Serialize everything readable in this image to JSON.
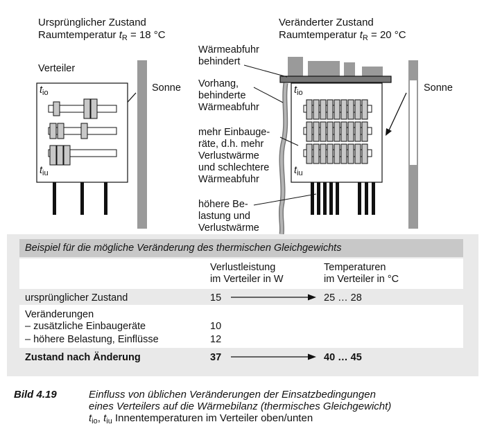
{
  "left": {
    "heading_line1": "Ursprünglicher Zustand",
    "heading_line2_prefix": "Raumtemperatur ",
    "t_symbol": "t",
    "t_subscript": "R",
    "heading_line2_value": " = 18 °C",
    "box_label": "Verteiler",
    "tio": "t",
    "tio_sub": "io",
    "tiu": "t",
    "tiu_sub": "iu",
    "sun_label": "Sonne"
  },
  "right": {
    "heading_line1": "Veränderter Zustand",
    "heading_line2_prefix": "Raumtemperatur ",
    "t_symbol": "t",
    "t_subscript": "R",
    "heading_line2_value": " = 20 °C",
    "tio": "t",
    "tio_sub": "io",
    "tiu": "t",
    "tiu_sub": "iu",
    "sun_label": "Sonne"
  },
  "annotations": {
    "heat_removal": [
      "Wärmeabfuhr",
      "behindert"
    ],
    "curtain": [
      "Vorhang,",
      "behinderte",
      "Wärmeabfuhr"
    ],
    "more_devices": [
      "mehr Einbauge-",
      "räte, d.h. mehr",
      "Verlustwärme",
      "und schlechtere",
      "Wärmeabfuhr"
    ],
    "higher_load": [
      "höhere Be-",
      "lastung und",
      "Verlustwärme"
    ]
  },
  "table": {
    "title": "Beispiel für die mögliche Veränderung des thermischen Gleichgewichts",
    "col2_header": [
      "Verlustleistung",
      "im Verteiler in W"
    ],
    "col3_header": [
      "Temperaturen",
      "im Verteiler in °C"
    ],
    "row1": {
      "label": "ursprünglicher Zustand",
      "value": "15",
      "temp": "25 … 28"
    },
    "row2": {
      "label": "Veränderungen",
      "sub1_label": "– zusätzliche Einbaugeräte",
      "sub1_value": "10",
      "sub2_label": "– höhere Belastung, Einflüsse",
      "sub2_value": "12"
    },
    "row3": {
      "label": "Zustand nach Änderung",
      "value": "37",
      "temp": "40 … 45"
    }
  },
  "caption": {
    "label": "Bild 4.19",
    "line1": "Einfluss von üblichen Veränderungen der Einsatzbedingungen",
    "line2": "eines Verteilers auf die Wärmebilanz (thermisches Gleichgewicht)",
    "line3_t1": "t",
    "line3_t1_sub": "io",
    "line3_sep": ", ",
    "line3_t2": "t",
    "line3_t2_sub": "iu",
    "line3_text": "  Innentemperaturen im Verteiler oben/unten"
  },
  "colors": {
    "panel": "#e9e9e9",
    "header_bar": "#c8c8c8",
    "grey_bar": "#9a9a9a",
    "dark": "#222222"
  }
}
